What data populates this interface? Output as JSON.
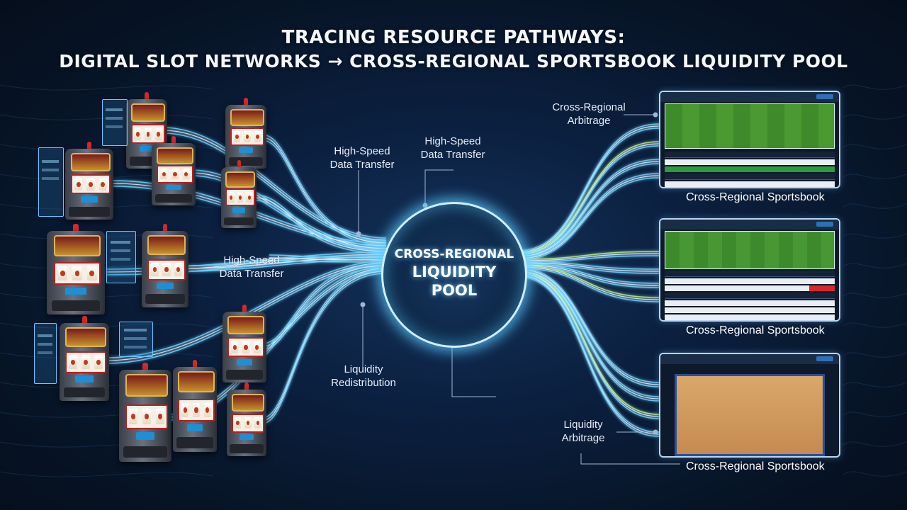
{
  "title": {
    "line1": "TRACING RESOURCE PATHWAYS:",
    "line2": "DIGITAL SLOT NETWORKS → CROSS-REGIONAL SPORTSBOOK LIQUIDITY POOL"
  },
  "hub": {
    "line1": "CROSS-REGIONAL",
    "line2": "LIQUIDITY",
    "line3": "POOL"
  },
  "labels": {
    "transfer_upper_left": [
      "High-Speed",
      "Data Transfer"
    ],
    "transfer_upper_right": [
      "High-Speed",
      "Data Transfer"
    ],
    "transfer_mid_left": [
      "High-Speed",
      "Data Transfer"
    ],
    "redistribution": [
      "Liquidity",
      "Redistribution"
    ],
    "cross_arbitrage": [
      "Cross-Regional",
      "Arbitrage"
    ],
    "liquidity_arbitrage": [
      "Liquidity",
      "Arbitrage"
    ]
  },
  "sportsbooks": [
    {
      "label": "Cross-Regional Sportsbook",
      "sport": "soccer"
    },
    {
      "label": "Cross-Regional Sportsbook",
      "sport": "american-football"
    },
    {
      "label": "Cross-Regional Sportsbook",
      "sport": "basketball"
    }
  ],
  "colors": {
    "background": "#071426",
    "flow": "#6fd3ff",
    "flow_accent": "#b6f28a",
    "hub_ring": "#cfefff"
  },
  "icons": [
    "slot-machine-icon",
    "data-panel-icon",
    "soccer-field-icon",
    "football-field-icon",
    "basketball-court-icon"
  ]
}
